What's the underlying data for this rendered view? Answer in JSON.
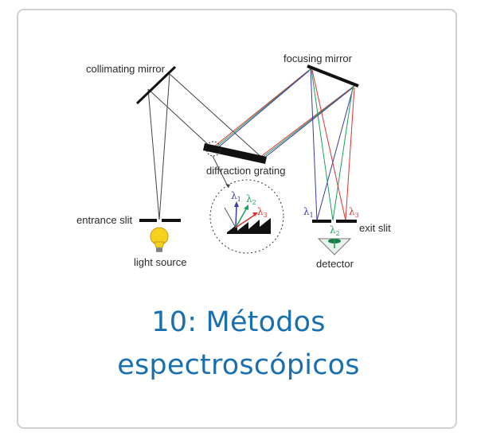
{
  "card": {
    "title_line1": "10: Métodos",
    "title_line2": "espectroscópicos",
    "title_color": "#1a6fae"
  },
  "diagram": {
    "labels": {
      "collimating_mirror": "collimating mirror",
      "focusing_mirror": "focusing mirror",
      "diffraction_grating": "diffraction grating",
      "entrance_slit": "entrance slit",
      "light_source": "light source",
      "exit_slit": "exit slit",
      "detector": "detector"
    },
    "wavelengths": {
      "lambda": "λ",
      "sub1": "1",
      "sub2": "2",
      "sub3": "3"
    },
    "colors": {
      "lambda1": "#3a3aa8",
      "lambda2": "#1aa05a",
      "lambda3": "#e03030",
      "white_light": "#444444",
      "bulb": "#f5d21e"
    }
  }
}
